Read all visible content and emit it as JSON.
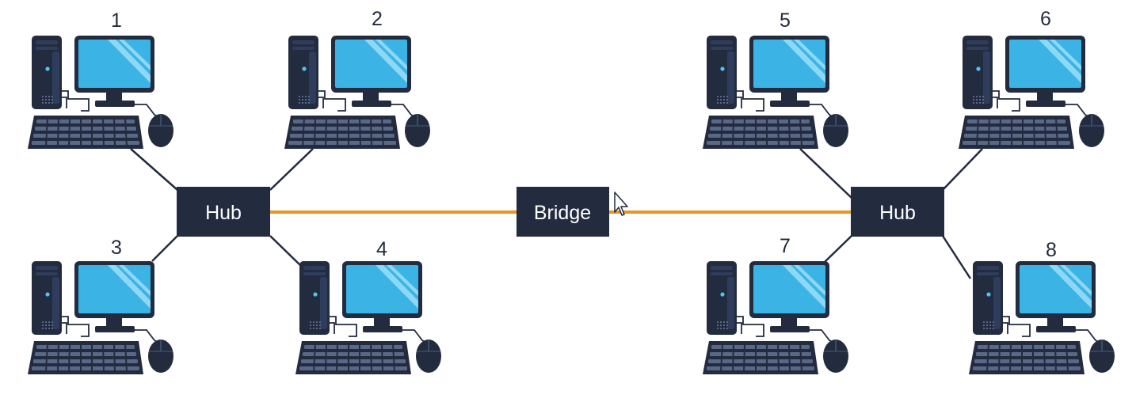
{
  "devices": {
    "hub_left": "Hub",
    "bridge": "Bridge",
    "hub_right": "Hub"
  },
  "computers": [
    {
      "label": "1"
    },
    {
      "label": "2"
    },
    {
      "label": "3"
    },
    {
      "label": "4"
    },
    {
      "label": "5"
    },
    {
      "label": "6"
    },
    {
      "label": "7"
    },
    {
      "label": "8"
    }
  ],
  "colors": {
    "device_fill": "#232b3f",
    "device_text": "#ffffff",
    "bridge_link": "#e8961f",
    "hub_link": "#232b3f",
    "monitor_screen": "#3bb4e5",
    "monitor_highlight": "#8fd8f5",
    "hardware_dark": "#232b3f",
    "hardware_mid": "#2f3d5c",
    "accent": "#4dc3ef"
  }
}
